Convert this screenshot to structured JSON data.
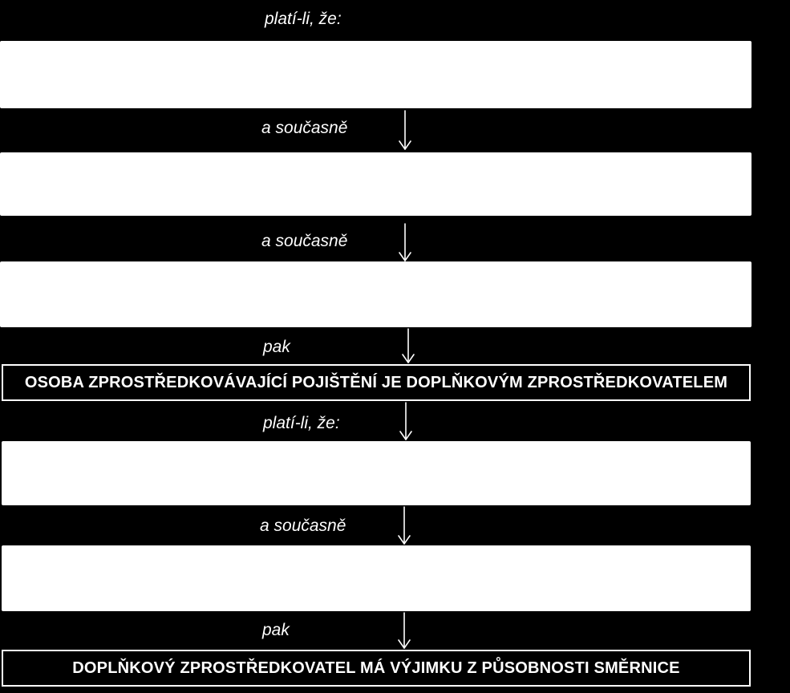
{
  "flow": {
    "label_1": "platí-li, že:",
    "label_2": "a současně",
    "label_3": "a současně",
    "label_4": "pak",
    "conclusion_1": "OSOBA ZPROSTŘEDKOVÁVAJÍCÍ  POJIŠTĚNÍ JE DOPLŇKOVÝM ZPROSTŘEDKOVATELEM",
    "label_5": "platí-li, že:",
    "label_6": "a současně",
    "label_7": "pak",
    "conclusion_2": "DOPLŇKOVÝ ZPROSTŘEDKOVATEL MÁ VÝJIMKU Z PŮSOBNOSTI SMĚRNICE"
  },
  "colors": {
    "background": "#000000",
    "box_fill": "#ffffff",
    "text": "#ffffff"
  }
}
